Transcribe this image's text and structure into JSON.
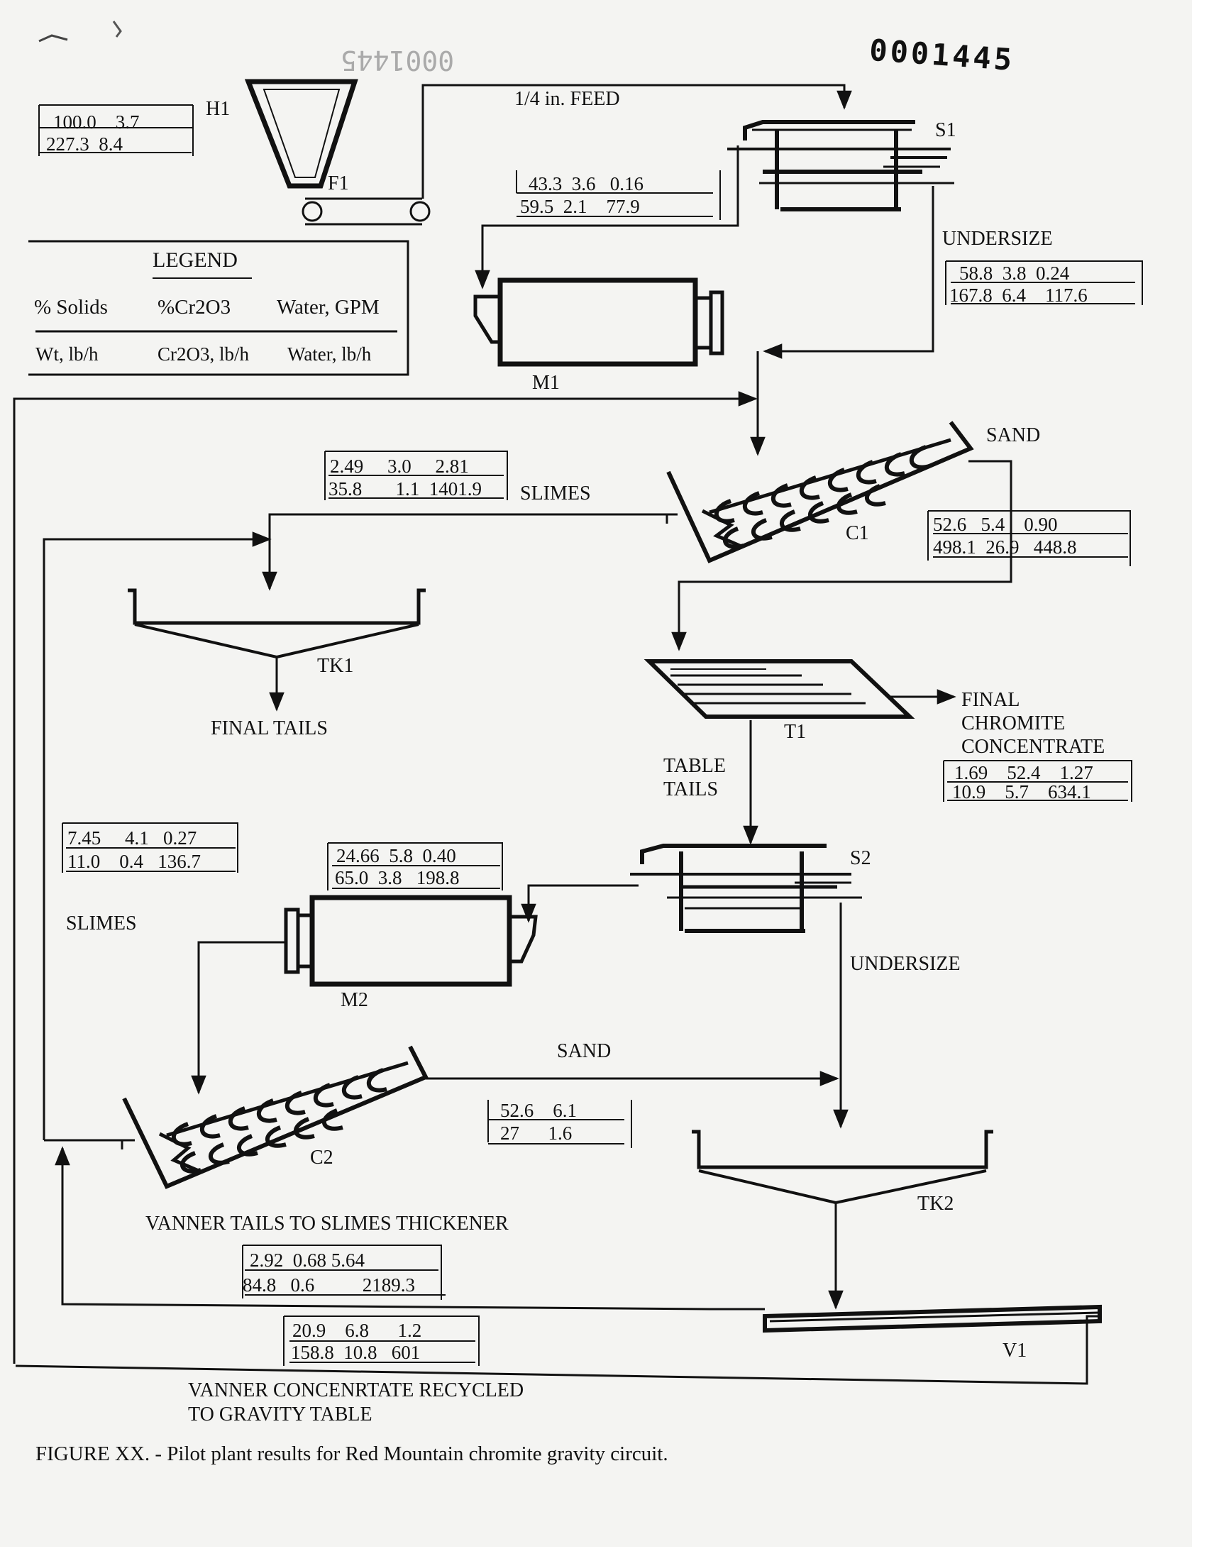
{
  "stamps": {
    "doc_number": "0001445",
    "faint_number": "0001445"
  },
  "legend": {
    "title": "LEGEND",
    "row1": [
      "% Solids",
      "%Cr2O3",
      "Water, GPM"
    ],
    "row2": [
      "Wt, lb/h",
      "Cr2O3, lb/h",
      "Water, lb/h"
    ]
  },
  "equipment": {
    "h1": "H1",
    "f1": "F1",
    "s1": "S1",
    "m1": "M1",
    "c1": "C1",
    "tk1": "TK1",
    "t1": "T1",
    "s2": "S2",
    "m2": "M2",
    "c2": "C2",
    "tk2": "TK2",
    "v1": "V1"
  },
  "labels": {
    "feed": "1/4 in. FEED",
    "undersize_1": "UNDERSIZE",
    "sand_1": "SAND",
    "slimes_1": "SLIMES",
    "final_tails": "FINAL TAILS",
    "final_conc": [
      "FINAL",
      "CHROMITE",
      "CONCENTRATE"
    ],
    "table_tails": [
      "TABLE",
      "TAILS"
    ],
    "slimes_2": "SLIMES",
    "undersize_2": "UNDERSIZE",
    "sand_2": "SAND",
    "vanner_tails": "VANNER TAILS TO SLIMES THICKENER",
    "vanner_recycle": [
      "VANNER CONCENRTATE RECYCLED",
      "TO GRAVITY TABLE"
    ]
  },
  "data_boxes": {
    "feed_h1": [
      "100.0    3.7",
      "227.3  8.4"
    ],
    "s1_oversize": [
      "43.3  3.6   0.16",
      "59.5  2.1    77.9"
    ],
    "s1_undersize": [
      "58.8  3.8  0.24",
      "167.8  6.4    117.6"
    ],
    "c1_slimes": [
      "2.49     3.0     2.81",
      "35.8       1.1  1401.9"
    ],
    "c1_sand": [
      "52.6   5.4    0.90",
      "498.1  26.9   448.8"
    ],
    "t1_conc": [
      "1.69    52.4    1.27",
      "10.9    5.7    634.1"
    ],
    "c2_slimes": [
      "7.45     4.1   0.27",
      "11.0    0.4   136.7"
    ],
    "s2_oversize": [
      "24.66  5.8  0.40",
      "65.0  3.8   198.8"
    ],
    "c2_sand": [
      "52.6    6.1",
      "27      1.6"
    ],
    "vanner_tails": [
      "2.92  0.68 5.64",
      "84.8   0.6          2189.3"
    ],
    "vanner_conc": [
      "20.9    6.8      1.2",
      "158.8  10.8   601"
    ]
  },
  "caption": "FIGURE XX. - Pilot plant results for Red Mountain chromite gravity circuit."
}
